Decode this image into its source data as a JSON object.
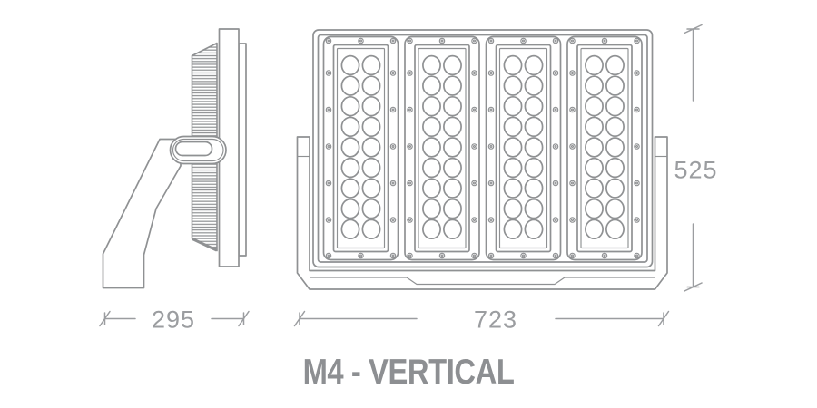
{
  "title": "M4 - VERTICAL",
  "dimensions": {
    "side_width": "295",
    "front_width": "723",
    "front_height": "525"
  },
  "drawing": {
    "views": [
      "side view",
      "front view"
    ],
    "front_modules": 4,
    "led_rows_per_module": 9,
    "led_columns_per_module": 2,
    "leds_per_module": 18,
    "screws_per_module": 16
  },
  "colors": {
    "line": "#8f9193",
    "dimension": "#9b9da0",
    "title_text": "#8d8f92",
    "background": "#ffffff"
  }
}
